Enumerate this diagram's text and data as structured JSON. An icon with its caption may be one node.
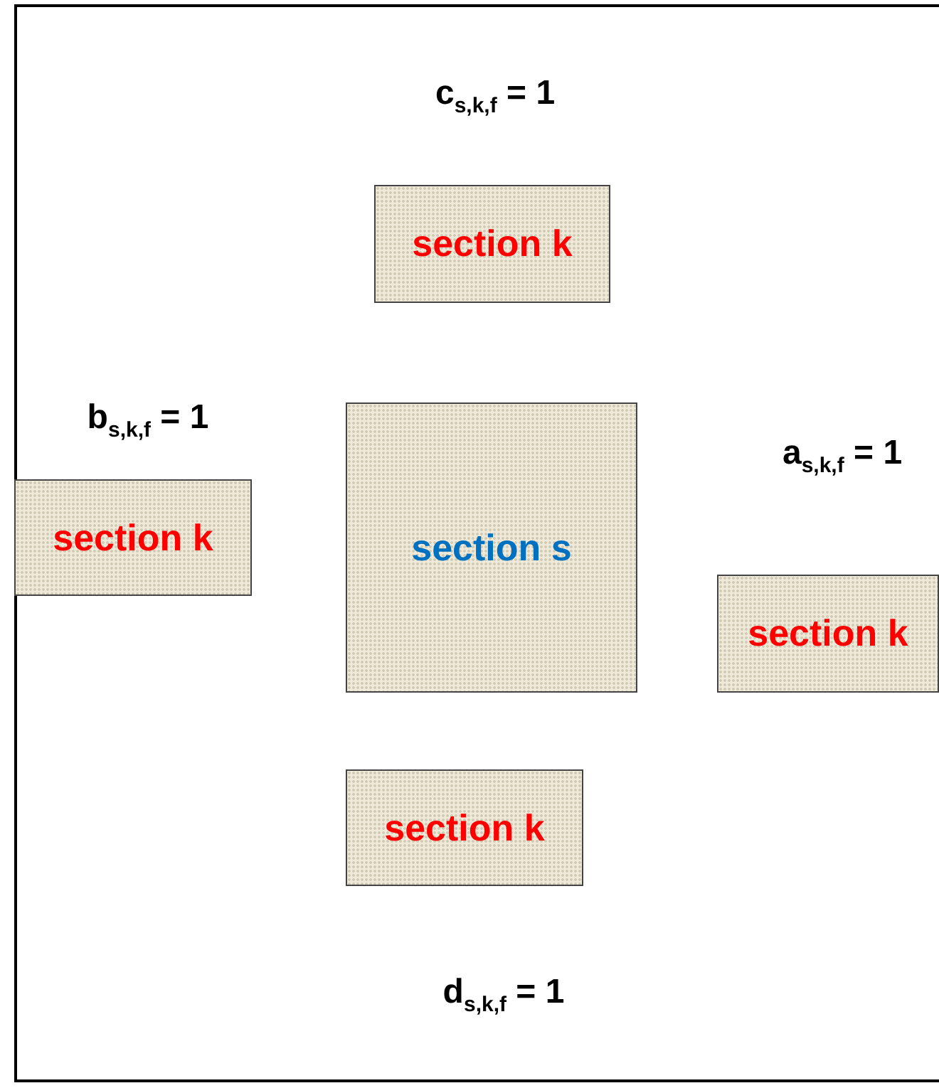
{
  "diagram": {
    "nodes": [
      {
        "text": [
          "section k"
        ]
      },
      {
        "text": [
          "section s"
        ]
      },
      {
        "text": [
          "section k"
        ]
      },
      {
        "text": [
          "section k"
        ]
      },
      {
        "text": [
          "section k"
        ]
      }
    ],
    "labels": [
      "c$_{s,k,f}$ = 1",
      "b$_{s,k,f}$ = 1",
      "a$_{s,k,f}$ = 1",
      "d$_{s,k,f}$ = 1"
    ]
  }
}
